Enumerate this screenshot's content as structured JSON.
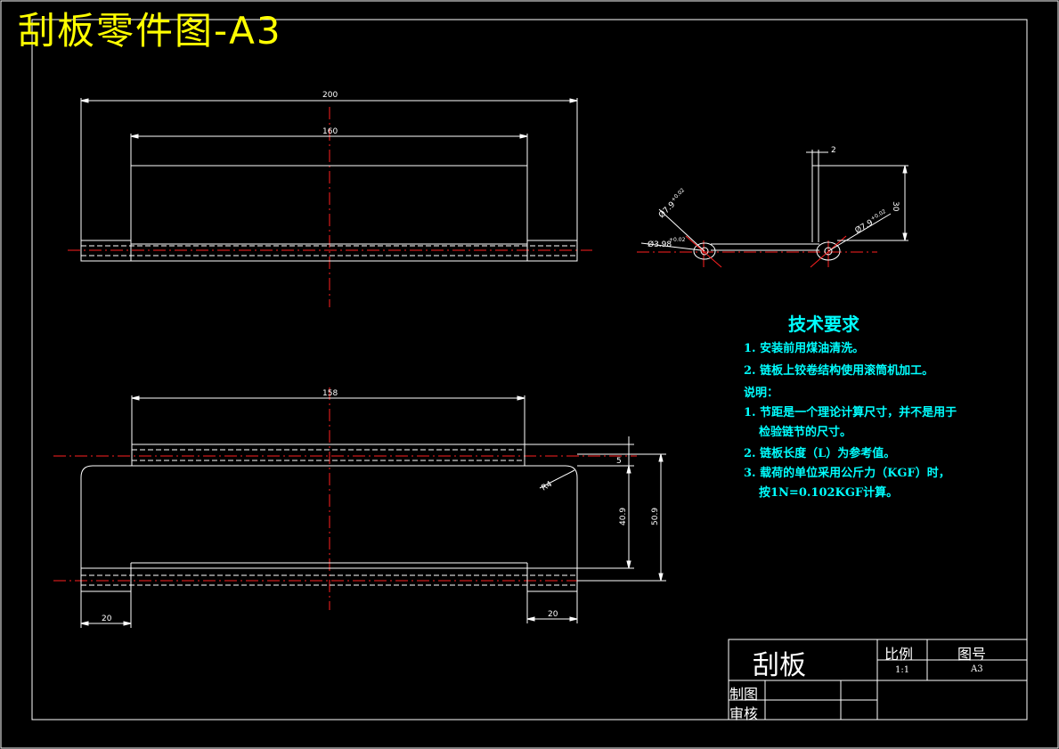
{
  "drawing": {
    "title": "刮板零件图-A3"
  },
  "top_view": {
    "dim_overall": "200",
    "dim_inner": "160"
  },
  "side_view": {
    "dim_thickness": "2",
    "dim_height": "30",
    "dia_left_outer": "Ø7.9",
    "dia_left_outer_tol": "+0.02",
    "dia_left_inner": "Ø3.98",
    "dia_left_inner_tol": "+0.02",
    "dia_right": "Ø7.9",
    "dia_right_tol": "+0.02"
  },
  "front_view": {
    "dim_top": "158",
    "dim_offset": "5",
    "dim_mid": "40.9",
    "dim_total": "50.9",
    "dim_radius": "R4",
    "dim_left": "20",
    "dim_right": "20"
  },
  "tech_requirements": {
    "heading": "技术要求",
    "lines": [
      "1.  安装前用煤油清洗。",
      "2.  链板上铰卷结构使用滚筒机加工。",
      "说明：",
      "1.  节距是一个理论计算尺寸，并不是用于",
      "检验链节的尺寸。",
      "2.  链板长度（L）为参考值。",
      "3.  载荷的单位采用公斤力（KGF）时，",
      "按1N=0.102KGF计算。"
    ]
  },
  "title_block": {
    "part_name": "刮板",
    "scale_label": "比例",
    "drawing_no_label": "图号",
    "scale_value": "1:1",
    "drawing_no_value": "A3",
    "drawn_label": "制图",
    "checked_label": "审核"
  }
}
